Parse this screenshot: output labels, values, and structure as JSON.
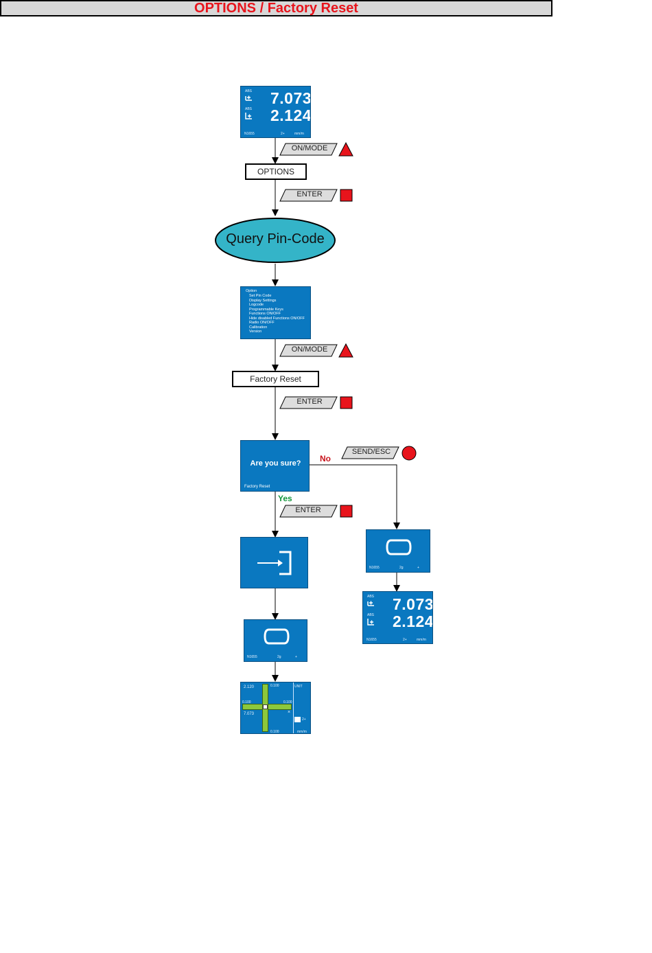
{
  "title": "OPTIONS / Factory Reset",
  "colors": {
    "title_text": "#e8141c",
    "screen_bg": "#0a78c0",
    "query_fill": "#34b4c8",
    "red_key": "#e8141c",
    "no_color": "#c8141c",
    "yes_color": "#14963c",
    "cross_green": "#8cc83c"
  },
  "screen1": {
    "label_top": "ABS",
    "value_top": "7.073",
    "label_bottom": "ABS",
    "value_bottom": "2.124",
    "footer_left": "N1655",
    "footer_mid": "2+",
    "footer_right": "mm/m"
  },
  "key_onmode": "ON/MODE",
  "key_enter": "ENTER",
  "key_send_esc": "SEND/ESC",
  "options_box": "OPTIONS",
  "query_pin": "Query Pin-Code",
  "options_menu": {
    "title": "Option",
    "items": [
      "Set Pin Code",
      "Display Settings",
      "Logcode",
      "Programmable Keys",
      "Functions ON/OFF",
      "Hide disabled Functions ON/OFF",
      "Radio ON/OFF",
      "Calibration",
      "Version"
    ]
  },
  "factory_reset_box": "Factory Reset",
  "confirm_screen": {
    "question": "Are you sure?",
    "footer": "Factory Reset"
  },
  "branch_no": "No",
  "branch_yes": "Yes",
  "sync_screen": {
    "footer_left": "N1655",
    "footer_mid": "2g",
    "footer_right": "+"
  },
  "screen_final_right": {
    "label_top": "ABS",
    "value_top": "7.073",
    "label_bottom": "ABS",
    "value_bottom": "2.124",
    "footer_left": "N1655",
    "footer_mid": "2+",
    "footer_right": "mm/m"
  },
  "cross_screen": {
    "top_left_value": "2.120",
    "bottom_left_value": "7.073",
    "top_right": "UNIT",
    "left_tick": "0.100",
    "right_tick": "0.100",
    "top_tick": "0.100",
    "bottom_tick": "0.100",
    "x_mark": "×",
    "unit": "mm/m",
    "badge": "2+"
  }
}
